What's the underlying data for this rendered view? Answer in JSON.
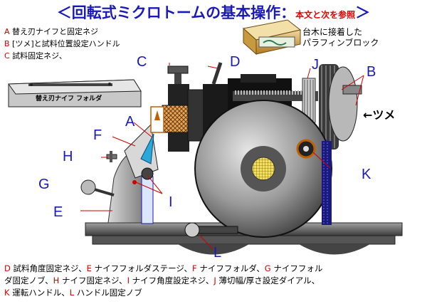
{
  "title": {
    "main": "＜回転式ミクロトームの基本操作",
    "sep": "：",
    "sub": "本文と次を参照",
    "end": "＞"
  },
  "top_legend": [
    {
      "letter": "A",
      "text": " 替え刃ナイフと固定ネジ"
    },
    {
      "letter": "B",
      "text": " [ツメ]と試料位置設定ハンドル"
    },
    {
      "letter": "C",
      "text": " 試料固定ネジ、"
    }
  ],
  "block_label": {
    "line1": "台木に接着した",
    "line2": "パラフィンブロック"
  },
  "holder_label": "替え刃ナイフ フォルダ",
  "tsume_label": "←ツメ",
  "letters": {
    "A": "A",
    "B": "B",
    "C": "C",
    "D": "D",
    "E": "E",
    "F": "F",
    "G": "G",
    "H": "H",
    "I": "I",
    "J": "J",
    "K": "K",
    "L": "L"
  },
  "bottom_legend": [
    {
      "letter": "D",
      "text": " 試料角度固定ネジ、"
    },
    {
      "letter": "E",
      "text": " ナイフフォルダステージ、"
    },
    {
      "letter": "F",
      "text": " ナイフフォルダ、"
    },
    {
      "letter": "G",
      "text": " ナイフフォル"
    },
    {
      "letter": "",
      "text": "ダ固定ノブ、"
    },
    {
      "letter": "H",
      "text": " ナイフ固定ネジ、"
    },
    {
      "letter": "I",
      "text": "  ナイフ角度設定ネジ、"
    },
    {
      "letter": "J",
      "text": " 薄切幅/厚さ設定ダイアル、"
    },
    {
      "letter": "K",
      "text": " 運転ハンドル、"
    },
    {
      "letter": "L",
      "text": " ハンドル固定ノブ"
    }
  ],
  "colors": {
    "title": "#1a1ab8",
    "letter_red": "#d00000",
    "letter_blue": "#1a1ab8"
  }
}
